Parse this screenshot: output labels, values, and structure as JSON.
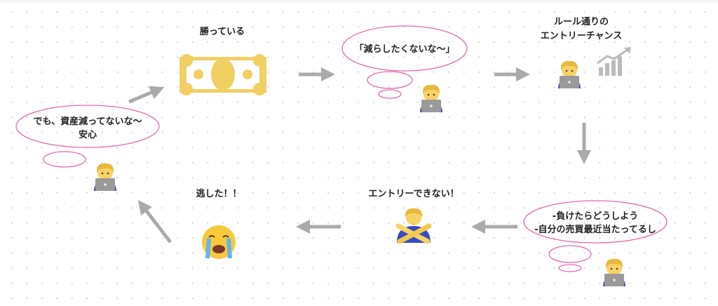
{
  "colors": {
    "bubble": "#e06bb0",
    "arrow": "#aaaaaa",
    "bill": "#f0cf63",
    "hair": "#f2c94c",
    "skin": "#f8d267",
    "laptop": "#9a9a9a",
    "shirt": "#3a4cc0"
  },
  "steps": {
    "winning": {
      "label": "勝っている",
      "icon": "money-bill-icon"
    },
    "thought_no_decrease": {
      "text": "「減らしたくないな〜」",
      "icon": "technologist-icon"
    },
    "entry_chance": {
      "line1": "ルール通りの",
      "line2": "エントリーチャンス",
      "icons": [
        "technologist-icon",
        "chart-up-icon"
      ]
    },
    "worry": {
      "line1": "-負けたらどうしよう",
      "line2": "-自分の売買最近当たってるし",
      "icon": "technologist-icon"
    },
    "no_entry": {
      "label": "エントリーできない！",
      "icon": "no-gesture-icon"
    },
    "missed": {
      "label": "逃した！！",
      "icon": "crying-face-icon"
    },
    "relief": {
      "line1": "でも、資産減ってないな〜",
      "line2": "安心",
      "icon": "technologist-icon"
    }
  }
}
